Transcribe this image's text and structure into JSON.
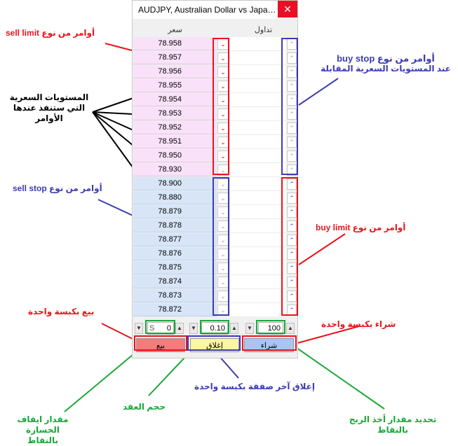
{
  "window": {
    "title": "AUDJPY, Australian Dollar vs Japanes...",
    "close_glyph": "✕"
  },
  "headers": {
    "price": "سعر",
    "trade": "تداول"
  },
  "rows": [
    {
      "price": "78.958",
      "zone": "pink",
      "sell_arrow": "⌄",
      "sell_style": "red",
      "buy_arrow": "⌃",
      "buy_style": "grey"
    },
    {
      "price": "78.957",
      "zone": "pink",
      "sell_arrow": "⌄",
      "sell_style": "red",
      "buy_arrow": "⌃",
      "buy_style": "grey"
    },
    {
      "price": "78.956",
      "zone": "pink",
      "sell_arrow": "⌄",
      "sell_style": "red",
      "buy_arrow": "⌃",
      "buy_style": "grey"
    },
    {
      "price": "78.955",
      "zone": "pink",
      "sell_arrow": "⌄",
      "sell_style": "red",
      "buy_arrow": "⌃",
      "buy_style": "grey"
    },
    {
      "price": "78.954",
      "zone": "pink",
      "sell_arrow": "⌄",
      "sell_style": "red",
      "buy_arrow": "⌃",
      "buy_style": "grey"
    },
    {
      "price": "78.953",
      "zone": "pink",
      "sell_arrow": "⌄",
      "sell_style": "red",
      "buy_arrow": "⌃",
      "buy_style": "grey"
    },
    {
      "price": "78.952",
      "zone": "pink",
      "sell_arrow": "⌄",
      "sell_style": "red",
      "buy_arrow": "⌃",
      "buy_style": "grey"
    },
    {
      "price": "78.951",
      "zone": "pink",
      "sell_arrow": "⌄",
      "sell_style": "red",
      "buy_arrow": "⌃",
      "buy_style": "grey"
    },
    {
      "price": "78.950",
      "zone": "pink",
      "sell_arrow": "⌄",
      "sell_style": "red",
      "buy_arrow": "⌃",
      "buy_style": "grey"
    },
    {
      "price": "78.930",
      "zone": "pink",
      "sell_arrow": "⌄",
      "sell_style": "grey",
      "buy_arrow": "⌃",
      "buy_style": "grey"
    },
    {
      "price": "78.900",
      "zone": "blue",
      "sell_arrow": "⌄",
      "sell_style": "grey",
      "buy_arrow": "⌃",
      "buy_style": "blue"
    },
    {
      "price": "78.880",
      "zone": "blue",
      "sell_arrow": "⌄",
      "sell_style": "grey",
      "buy_arrow": "⌃",
      "buy_style": "blue"
    },
    {
      "price": "78.879",
      "zone": "blue",
      "sell_arrow": "⌄",
      "sell_style": "grey",
      "buy_arrow": "⌃",
      "buy_style": "blue"
    },
    {
      "price": "78.878",
      "zone": "blue",
      "sell_arrow": "⌄",
      "sell_style": "grey",
      "buy_arrow": "⌃",
      "buy_style": "blue"
    },
    {
      "price": "78.877",
      "zone": "blue",
      "sell_arrow": "⌄",
      "sell_style": "grey",
      "buy_arrow": "⌃",
      "buy_style": "blue"
    },
    {
      "price": "78.876",
      "zone": "blue",
      "sell_arrow": "⌄",
      "sell_style": "grey",
      "buy_arrow": "⌃",
      "buy_style": "blue"
    },
    {
      "price": "78.875",
      "zone": "blue",
      "sell_arrow": "⌄",
      "sell_style": "grey",
      "buy_arrow": "⌃",
      "buy_style": "blue"
    },
    {
      "price": "78.874",
      "zone": "blue",
      "sell_arrow": "⌄",
      "sell_style": "grey",
      "buy_arrow": "⌃",
      "buy_style": "blue"
    },
    {
      "price": "78.873",
      "zone": "blue",
      "sell_arrow": "⌄",
      "sell_style": "grey",
      "buy_arrow": "⌃",
      "buy_style": "blue"
    },
    {
      "price": "78.872",
      "zone": "blue",
      "sell_arrow": "⌄",
      "sell_style": "grey",
      "buy_arrow": "⌃",
      "buy_style": "blue"
    }
  ],
  "controls": {
    "stop_loss_value": "0",
    "stop_loss_prefix": "S",
    "volume_value": "0.10",
    "take_profit_value": "100",
    "spin_down": "▼",
    "spin_up": "▲",
    "sell_label": "بيع",
    "close_label": "إغلاق",
    "buy_label": "شراء"
  },
  "annotations": {
    "sell_limit": "أوامر من نوع sell limit",
    "buy_stop_1": "أوامر من نوع buy stop",
    "buy_stop_2": "عند المستويات السعرية المقابلة",
    "levels_1": "المستويات السعرية",
    "levels_2": "التي ستنفذ عندها",
    "levels_3": "الأوامر",
    "sell_stop": "أوامر من نوع sell stop",
    "buy_limit": "أوامر من نوع buy limit",
    "one_click_sell": "بيع بكبسة واحدة",
    "one_click_buy": "شراء بكبسة واحدة",
    "close_last": "إغلاق آخر صفقة بكبسة واحدة",
    "volume": "حجم العقد",
    "stop_loss_1": "مقدار ايقاف الخسارة",
    "stop_loss_2": "بالنقاط",
    "take_profit_1": "تحديد مقدار أخذ الربح",
    "take_profit_2": "بالنقاط"
  },
  "colors": {
    "red": "#e8141b",
    "blue": "#3c3cb4",
    "green": "#1aa83a",
    "black": "#000000",
    "pink_zone": "#f9e2f9",
    "blue_zone": "#d7e5f7",
    "sell_button": "#f47c7c",
    "close_button": "#fbf6a0",
    "buy_button": "#a9c6f2"
  }
}
